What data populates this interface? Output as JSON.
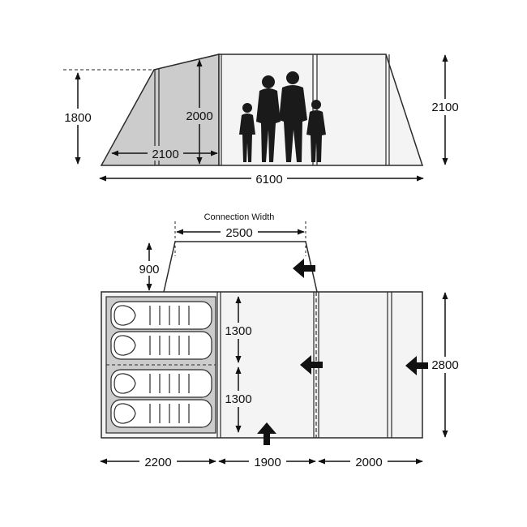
{
  "colors": {
    "line": "#2a2a2a",
    "bedroom_fill": "#cccccc",
    "panel_fill": "#f4f4f4",
    "silhouette": "#1a1a1a"
  },
  "side_view": {
    "dims": {
      "left_height": "1800",
      "inner_height": "2000",
      "inner_width": "2100",
      "right_height": "2100",
      "total_width": "6100"
    },
    "icons": [
      "family-silhouette-icon"
    ]
  },
  "plan_view": {
    "connection_label": "Connection Width",
    "dims": {
      "connection_width": "2500",
      "canopy_depth": "900",
      "bay_upper": "1300",
      "bay_lower": "1300",
      "depth": "2800",
      "left_width": "2200",
      "middle_width": "1900",
      "right_width": "2000"
    },
    "icons": [
      "sleeping-bag-icon",
      "door-arrow-icon"
    ]
  }
}
